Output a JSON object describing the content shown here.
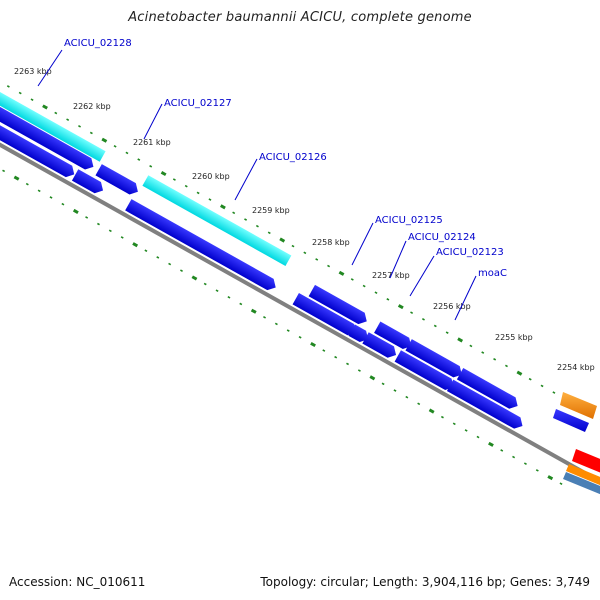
{
  "title": "Acinetobacter baumannii ACICU, complete genome",
  "footer": {
    "accession": "Accession: NC_010611",
    "summary": "Topology: circular; Length: 3,904,116 bp; Genes: 3,749"
  },
  "colors": {
    "cds": "#0000ee",
    "cds_highlight": "#00f0f0",
    "backbone": "#808080",
    "tick": "#228822",
    "callout": "#0000cc",
    "orange_feature": "#ff8c00",
    "red_feature": "#ff0000",
    "blue_grey_feature": "#4a7fb5"
  },
  "kbp_labels": [
    "2263 kbp",
    "2262 kbp",
    "2261 kbp",
    "2260 kbp",
    "2259 kbp",
    "2258 kbp",
    "2257 kbp",
    "2256 kbp",
    "2255 kbp",
    "2254 kbp"
  ],
  "gene_labels": [
    "ACICU_02128",
    "ACICU_02127",
    "ACICU_02126",
    "ACICU_02125",
    "ACICU_02124",
    "ACICU_02123",
    "moaC"
  ]
}
